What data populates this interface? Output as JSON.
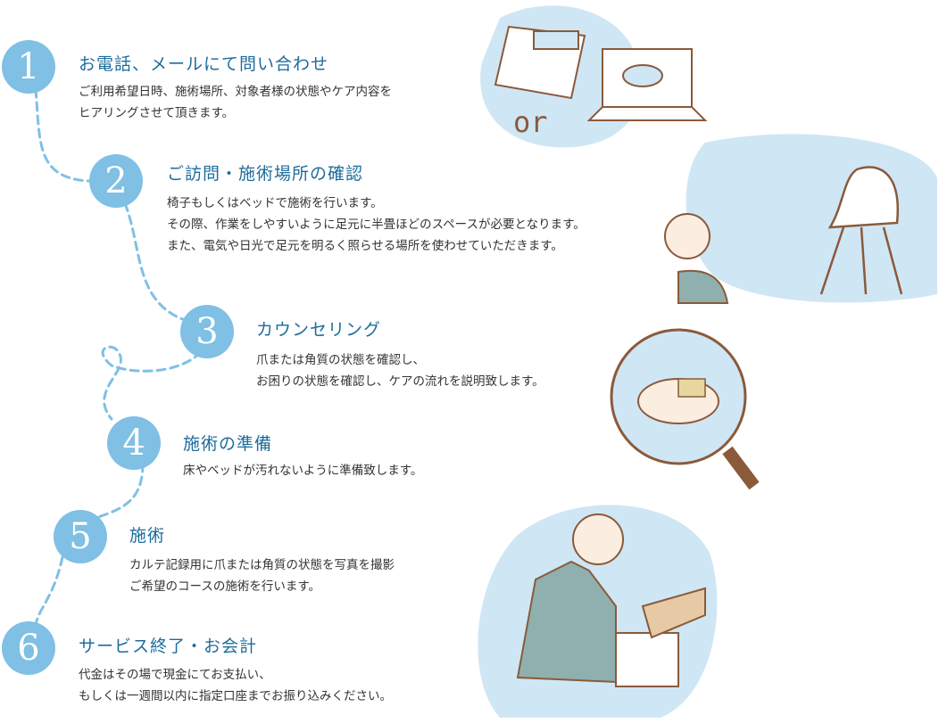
{
  "steps": [
    {
      "number": "1",
      "title": "お電話、メールにて問い合わせ",
      "lines": [
        "ご利用希望日時、施術場所、対象者様の状態やケア内容を",
        "ヒアリングさせて頂きます。"
      ]
    },
    {
      "number": "2",
      "title": "ご訪問・施術場所の確認",
      "lines": [
        "椅子もしくはベッドで施術を行います。",
        "その際、作業をしやすいように足元に半畳ほどのスペースが必要となります。",
        "また、電気や日光で足元を明るく照らせる場所を使わせていただきます。"
      ]
    },
    {
      "number": "3",
      "title": "カウンセリング",
      "lines": [
        "爪または角質の状態を確認し、",
        "お困りの状態を確認し、ケアの流れを説明致します。"
      ]
    },
    {
      "number": "4",
      "title": "施術の準備",
      "lines": [
        "床やベッドが汚れないように準備致します。"
      ]
    },
    {
      "number": "5",
      "title": "施術",
      "lines": [
        "カルテ記録用に爪または角質の状態を写真を撮影",
        "ご希望のコースの施術を行います。"
      ]
    },
    {
      "number": "6",
      "title": "サービス終了・お会計",
      "lines": [
        "代金はその場で現金にてお支払い、",
        "もしくは一週間以内に指定口座までお振り込みください。"
      ]
    }
  ],
  "illustration_text": "or",
  "colors": {
    "circle": "#7fc0e4",
    "title": "#1d6c9c",
    "blob": "#cfe6f5",
    "line": "#8a5a3a"
  }
}
